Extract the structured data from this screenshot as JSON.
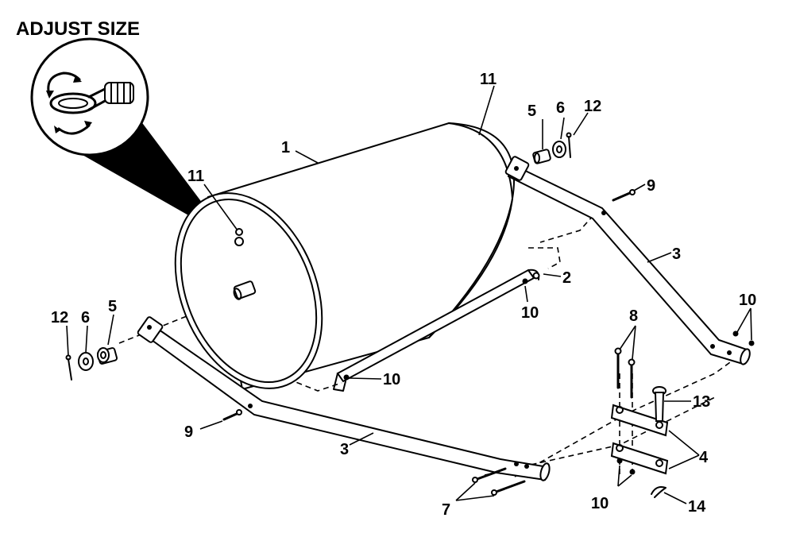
{
  "title": "ADJUST SIZE",
  "callouts": {
    "drum": "1",
    "axle_bar": "2",
    "handle_right": "3",
    "handle_left": "3",
    "brackets": "4",
    "bushing_right": "5",
    "bushing_left": "5",
    "washer_right": "6",
    "washer_left": "6",
    "pins": "7",
    "bolts": "8",
    "screw_right": "9",
    "screw_left": "9",
    "nut_axle": "10",
    "nut_axle_end": "10",
    "nuts_handle_right": "10",
    "nuts_bracket": "10",
    "plug_top": "11",
    "plug_front": "11",
    "cotter_right": "12",
    "cotter_left": "12",
    "pin_tongue": "13",
    "hairpin": "14"
  }
}
